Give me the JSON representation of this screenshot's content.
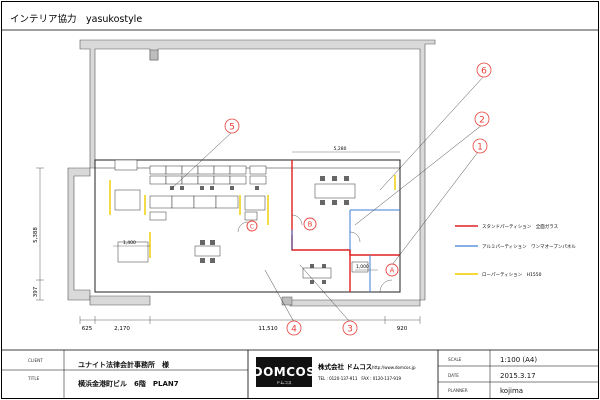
{
  "header": {
    "title": "インテリア協力　yasukostyle"
  },
  "plan": {
    "callouts": [
      {
        "num": "1",
        "color": "#e8413c"
      },
      {
        "num": "2",
        "color": "#e8413c"
      },
      {
        "num": "3",
        "color": "#e8413c"
      },
      {
        "num": "4",
        "color": "#e8413c"
      },
      {
        "num": "5",
        "color": "#e8413c"
      },
      {
        "num": "6",
        "color": "#e8413c"
      }
    ],
    "markers": [
      {
        "letter": "A",
        "color": "#e8413c"
      },
      {
        "letter": "B",
        "color": "#e8413c"
      },
      {
        "letter": "C",
        "color": "#e8413c"
      }
    ],
    "dimensions": {
      "left_upper": "5,388",
      "left_lower": "397",
      "bottom_625": "625",
      "bottom_2170": "2,170",
      "bottom_11510": "11,510",
      "bottom_920": "920",
      "right_room": "5,280",
      "inner_1400": "1,400",
      "inner_1000": "1,000"
    },
    "legend": [
      {
        "label": "スタンドパーティション　全面ガラス",
        "color": "#e02020"
      },
      {
        "label": "アルミパーティション　ワンマオープンパネル",
        "color": "#3f7fd6"
      },
      {
        "label": "ローパーティション　H1550",
        "color": "#f2d21b"
      }
    ],
    "colors": {
      "wall_fill": "#d9d9d9",
      "glass": "#e02020",
      "aluminum": "#3f7fd6",
      "low": "#f2d21b",
      "callout": "#e8413c"
    }
  },
  "title_block": {
    "client_label": "CLIENT",
    "client_value": "ユナイト法律会計事務所　様",
    "title_label": "TITLE",
    "title_value": "横浜金港町ビル　6階　PLAN7",
    "logo": "DOMCOS",
    "logo_sub": "ドムコス",
    "company_name": "株式会社 ドムコス",
    "company_url": "http://www.domcos.jp",
    "company_tel": "TEL : 0120-137-911　FAX : 0120-137-919",
    "scale_label": "SCALE",
    "scale_value": "1:100 (A4)",
    "date_label": "DATE",
    "date_value": "2015.3.17",
    "planner_label": "PLANNER",
    "planner_value": "kojima"
  }
}
